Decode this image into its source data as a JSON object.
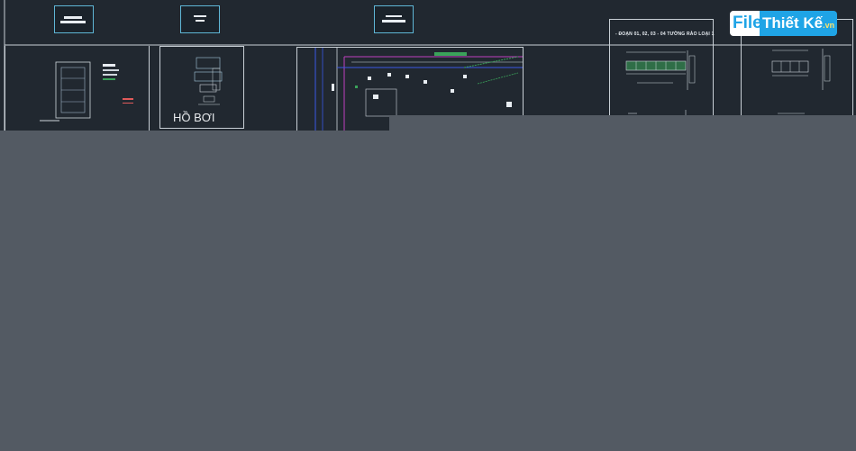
{
  "canvas": {
    "background": "#212830",
    "line_color": "#c9d0d6",
    "accent_cyan": "#5fb6d6",
    "overlay_color": "#535a63"
  },
  "sheets": {
    "pool_label": "HỒ BƠI",
    "elevation_caption": "- ĐOẠN 01, 02, 03 - 04 TƯỜNG RÀO LOẠI 1"
  },
  "watermark": {
    "file": "File",
    "thiet_ke": "Thiết Kế",
    "tld": ".vn"
  }
}
